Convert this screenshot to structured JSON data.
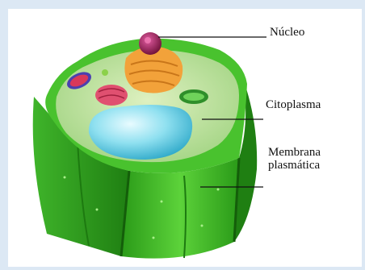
{
  "labels": {
    "nucleus": "Núcleo",
    "cytoplasm": "Citoplasma",
    "membrane_line1": "Membrana",
    "membrane_line2": "plasmática"
  },
  "colors": {
    "background_frame": "#dce8f4",
    "cell_wall_green": "#2fae1f",
    "cytoplasm_top": "#cfe6b0",
    "vacuole": "#7fd7ea",
    "nucleus": "#9b1b4f",
    "golgi": "#f2a23a",
    "mitochondria": "#c9304a",
    "chloroplast": "#3aa23a",
    "leader_line": "#111111"
  }
}
